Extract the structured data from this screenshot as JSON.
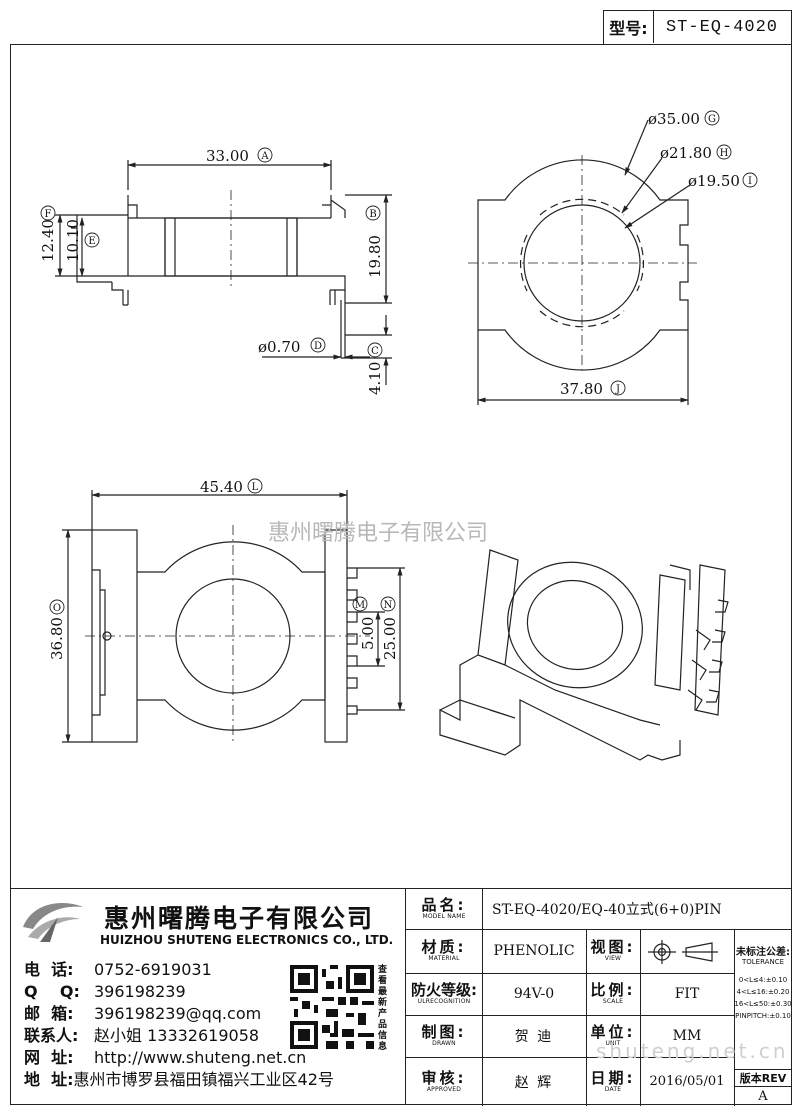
{
  "model_header": {
    "label": "型号:",
    "value": "ST-EQ-4020"
  },
  "drawing": {
    "dims": {
      "A": "33.00",
      "B": "19.80",
      "C": "4.10",
      "D": "ø0.70",
      "E": "10.10",
      "F": "12.40",
      "G": "ø35.00",
      "H": "ø21.80",
      "I": "ø19.50",
      "J": "37.80",
      "L": "45.40",
      "M": "5.00",
      "N": "25.00",
      "O": "36.80"
    },
    "markers": {
      "A": "A",
      "B": "B",
      "C": "C",
      "D": "D",
      "E": "E",
      "F": "F",
      "G": "G",
      "H": "H",
      "I": "I",
      "J": "J",
      "L": "L",
      "M": "M",
      "N": "N",
      "O": "O"
    },
    "watermark": "惠州曙腾电子有限公司",
    "watermark2": "shuteng.net.cn"
  },
  "company": {
    "name_cn": "惠州曙腾电子有限公司",
    "name_en": "HUIZHOU SHUTENG ELECTRONICS CO., LTD.",
    "contacts": [
      {
        "label": "电  话:",
        "value": "0752-6919031"
      },
      {
        "label": "Q    Q:",
        "value": "396198239"
      },
      {
        "label": "邮  箱:",
        "value": "396198239@qq.com"
      },
      {
        "label": "联系人:",
        "value": "赵小姐 13332619058"
      },
      {
        "label": "网  址:",
        "value": "http://www.shuteng.net.cn"
      },
      {
        "label": "地  址:",
        "value": "惠州市博罗县福田镇福兴工业区42号"
      }
    ],
    "qr_caption": "查看最新产品信息"
  },
  "title_block": {
    "model_name": {
      "cn": "品名:",
      "en": "MODEL NAME",
      "value": "ST-EQ-4020/EQ-40立式(6+0)PIN"
    },
    "material": {
      "cn": "材质:",
      "en": "MATERIAL",
      "value": "PHENOLIC"
    },
    "view": {
      "cn": "视图:",
      "en": "VIEW"
    },
    "flame": {
      "cn": "防火等级:",
      "en": "ULRECOGNITION",
      "value": "94V-0"
    },
    "scale": {
      "cn": "比例:",
      "en": "SCALE",
      "value": "FIT"
    },
    "drawn": {
      "cn": "制图:",
      "en": "DRAWN",
      "value": "贺 迪"
    },
    "unit": {
      "cn": "单位:",
      "en": "UNIT",
      "value": "MM"
    },
    "approved": {
      "cn": "审核:",
      "en": "APPROVED",
      "value": "赵 辉"
    },
    "date": {
      "cn": "日期:",
      "en": "DATE",
      "value": "2016/05/01"
    },
    "tolerance": {
      "title": "未标注公差:",
      "subtitle": "TOLERANCE",
      "rows": [
        "0<L≤4:±0.10",
        "4<L≤16:±0.20",
        "16<L≤50:±0.30",
        "PINPITCH:±0.10"
      ]
    },
    "revision": {
      "label": "版本REV",
      "value": "A"
    }
  }
}
